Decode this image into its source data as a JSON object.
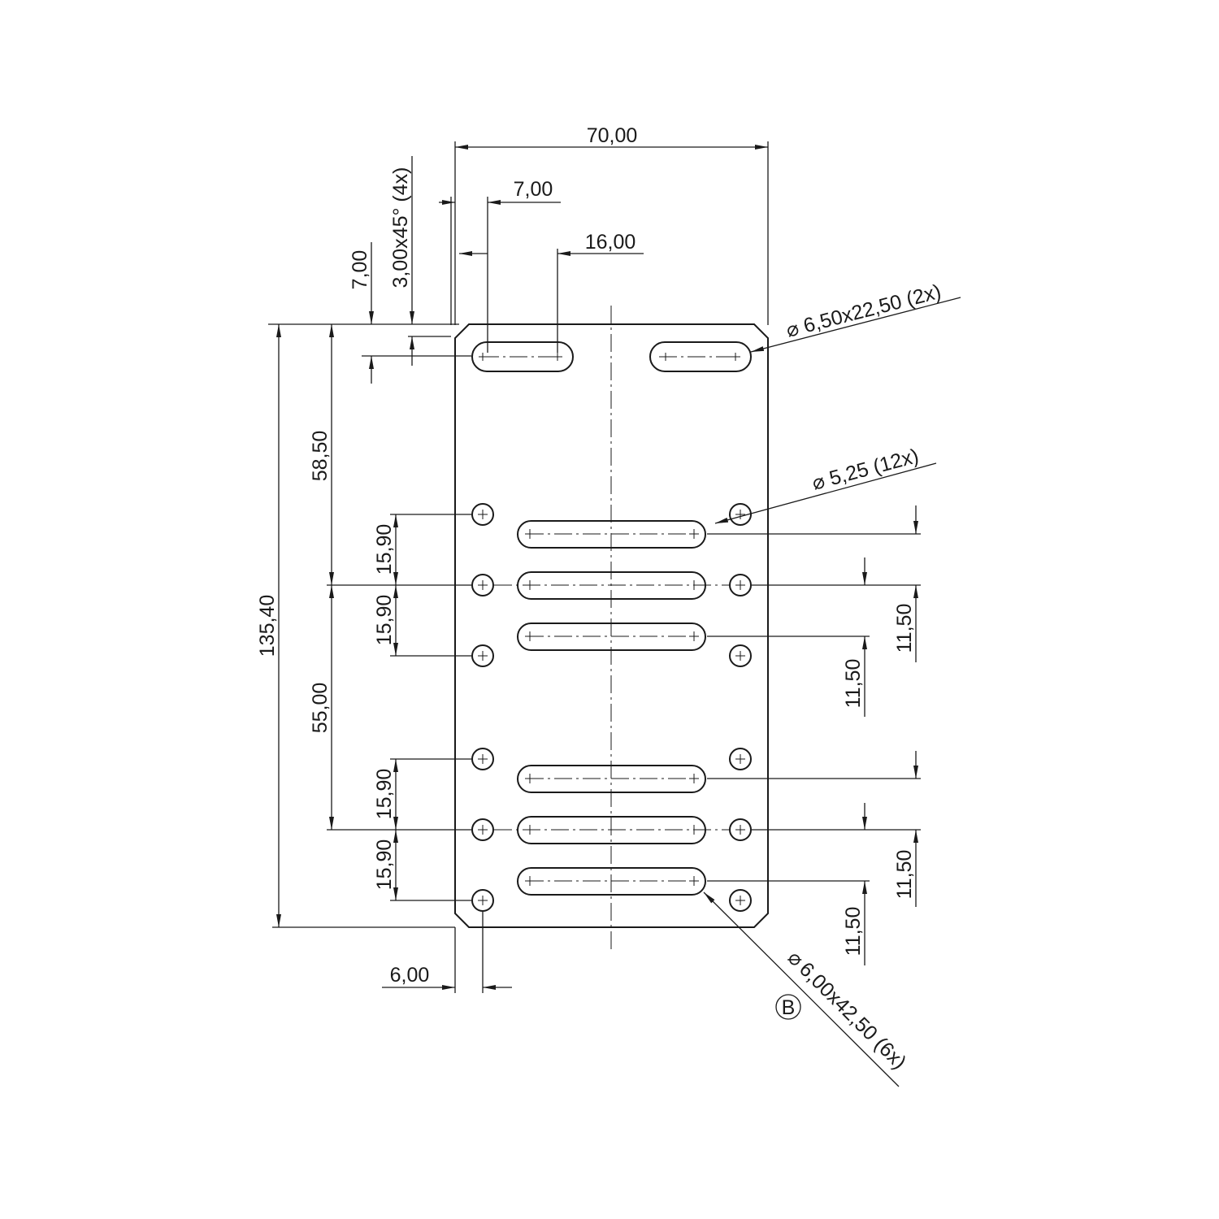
{
  "dimensions": {
    "overall_width": "70,00",
    "slot_left_offset": "7,00",
    "slot_center_span": "16,00",
    "chamfer": "3,00x45° (4x)",
    "top_slot_offset": "7,00",
    "upper_group_offset": "58,50",
    "overall_height": "135,40",
    "hole_pitch_1": "15,90",
    "hole_pitch_2": "15,90",
    "hole_pitch_3": "15,90",
    "hole_pitch_4": "15,90",
    "group_spacing": "55,00",
    "hole_edge_offset": "6,00",
    "slot_pitch_1": "11,50",
    "slot_pitch_2": "11,50",
    "slot_pitch_3": "11,50",
    "slot_pitch_4": "11,50"
  },
  "callouts": {
    "top_slot": "6,50x22,50 (2x)",
    "hole": "5,25 (12x)",
    "long_slot": "6,00x42,50 (6x)",
    "diameter_symbol": "⌀",
    "datum_label": "B"
  }
}
